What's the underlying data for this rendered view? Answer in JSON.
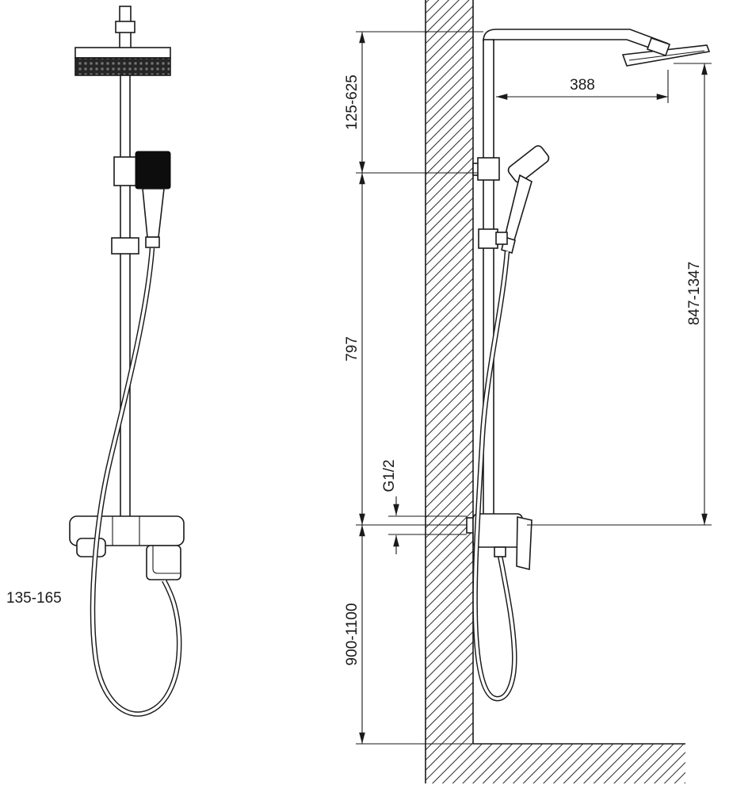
{
  "canvas": {
    "background": "#ffffff",
    "ink": "#1a1a1a",
    "handset_fill": "#0d0d0d"
  },
  "front_view": {
    "mixer_width_label": "135-165"
  },
  "side_view": {
    "head_extension_label": "125-625",
    "riser_length_label": "797",
    "supply_height_label": "900-1100",
    "thread_label": "G1/2",
    "arm_reach_label": "388",
    "column_height_label": "847-1347"
  }
}
